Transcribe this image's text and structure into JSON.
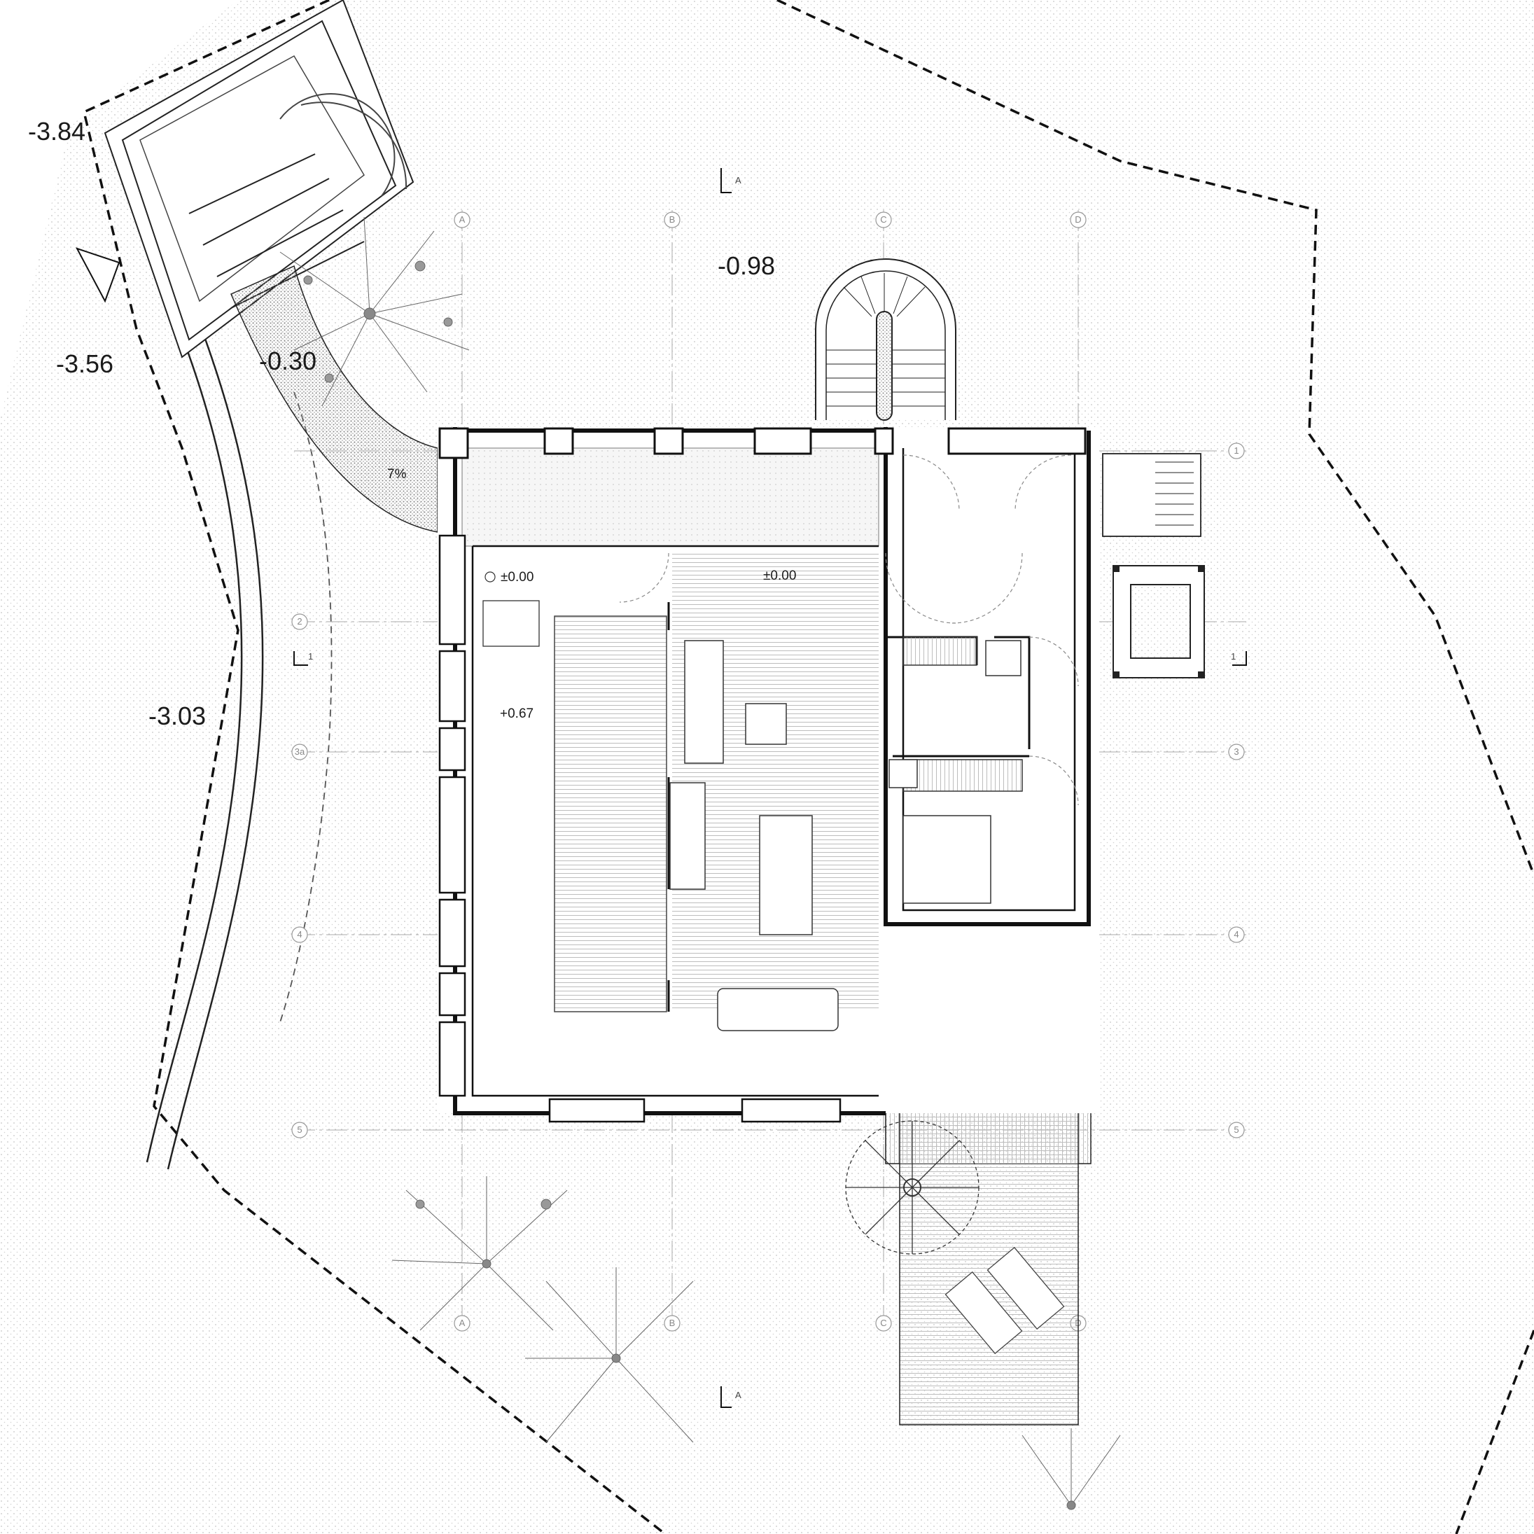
{
  "plan": {
    "levels": {
      "stair_top": "-3.84",
      "stair_landing": "-3.56",
      "ramp": "-0.30",
      "north_terrace": "-0.98",
      "west_slope": "-3.03",
      "floor_entry": "±0.00",
      "floor_living": "±0.00",
      "raised_terrace": "+0.67"
    },
    "ramp_slope": "7%",
    "grid_axes": {
      "letters": [
        "A",
        "B",
        "C",
        "D"
      ],
      "numbers": [
        "1",
        "2",
        "3",
        "4",
        "5"
      ],
      "number_3a": "3a"
    },
    "section_marks": {
      "a_top": "A",
      "a_bottom": "A",
      "one_left": "1",
      "one_right": "1"
    }
  }
}
